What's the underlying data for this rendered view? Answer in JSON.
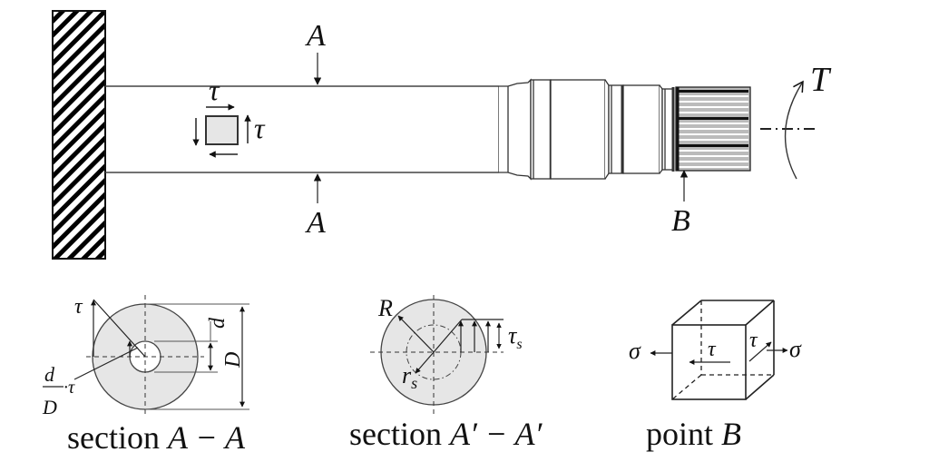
{
  "diagram": {
    "title": "Shaft under torsion with cross-sections",
    "labels": {
      "section_mark_top": "A",
      "section_mark_bottom": "A",
      "torque": "T",
      "point_b_mark": "B",
      "element_tau_top": "τ",
      "element_tau_right": "τ"
    },
    "section_aa": {
      "caption_prefix": "section ",
      "caption_math": "A − A",
      "tau_label": "τ",
      "ratio_num": "d",
      "ratio_den": "D",
      "ratio_suffix": "·τ",
      "inner_dim": "d",
      "outer_dim": "D"
    },
    "section_a2a2": {
      "caption_prefix": "section ",
      "caption_math": "A′ − A′",
      "outer_radius": "R",
      "inner_radius": "r",
      "inner_radius_sub": "s",
      "stress_label": "τ",
      "stress_sub": "s"
    },
    "point_b": {
      "caption_prefix": "point ",
      "caption_math": "B",
      "sigma_left": "σ",
      "sigma_right": "σ",
      "tau_front": "τ",
      "tau_side": "τ"
    },
    "colors": {
      "section_fill": "#e6e6e6",
      "element_fill": "#e6e6e6",
      "line": "#222222"
    }
  }
}
